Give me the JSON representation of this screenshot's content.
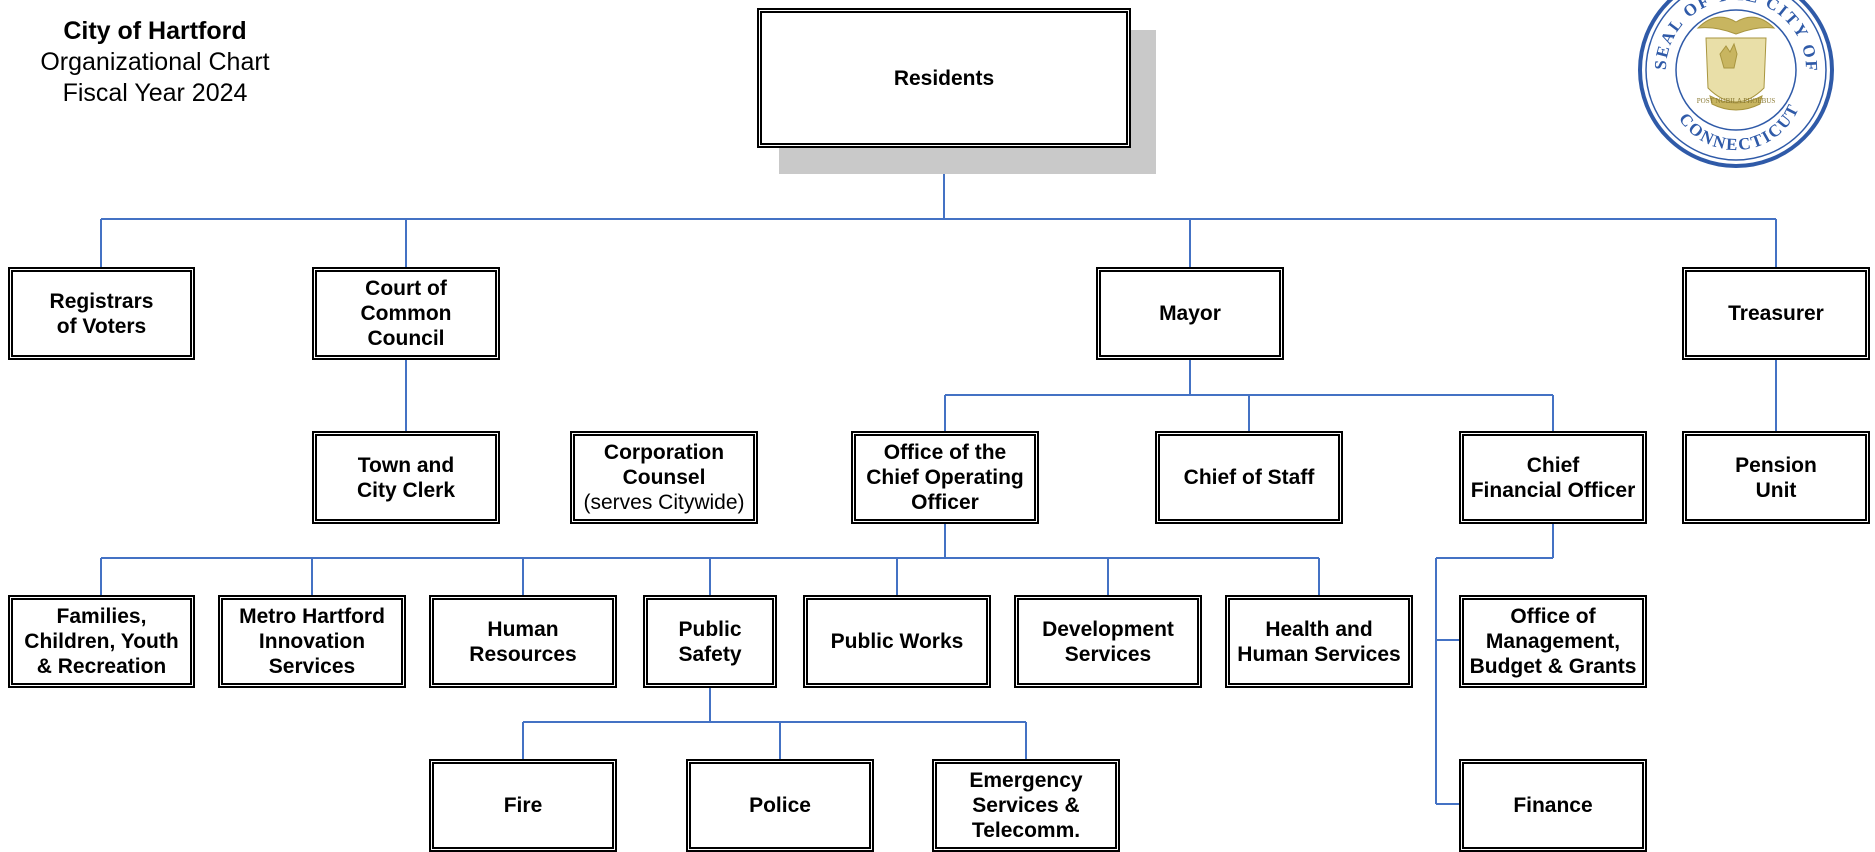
{
  "header": {
    "city": "City of Hartford",
    "chart_name": "Organizational Chart",
    "fiscal_year": "Fiscal Year 2024"
  },
  "colors": {
    "connector": "#4472C4",
    "seal_blue": "#2F5AA8",
    "seal_gold": "#C8B560",
    "shadow": "#C9C9C9"
  },
  "seal": {
    "text_top": "SEAL OF THE CITY OF HARTFORD",
    "text_bottom": "CONNECTICUT",
    "motto": "POST NUBILA PHOEBUS"
  },
  "nodes": {
    "residents": "Residents",
    "registrars_l1": "Registrars",
    "registrars_l2": "of Voters",
    "council_l1": "Court of",
    "council_l2": "Common",
    "council_l3": "Council",
    "mayor": "Mayor",
    "treasurer": "Treasurer",
    "clerk_l1": "Town and",
    "clerk_l2": "City Clerk",
    "corp_l1": "Corporation",
    "corp_l2": "Counsel",
    "corp_l3": "(serves Citywide)",
    "coo_l1": "Office of the",
    "coo_l2": "Chief Operating",
    "coo_l3": "Officer",
    "staff": "Chief of Staff",
    "cfo_l1": "Chief",
    "cfo_l2": "Financial Officer",
    "pension_l1": "Pension",
    "pension_l2": "Unit",
    "families_l1": "Families,",
    "families_l2": "Children, Youth",
    "families_l3": "& Recreation",
    "metro_l1": "Metro Hartford",
    "metro_l2": "Innovation",
    "metro_l3": "Services",
    "hr_l1": "Human",
    "hr_l2": "Resources",
    "safety_l1": "Public",
    "safety_l2": "Safety",
    "works": "Public Works",
    "dev_l1": "Development",
    "dev_l2": "Services",
    "health_l1": "Health and",
    "health_l2": "Human Services",
    "omb_l1": "Office of",
    "omb_l2": "Management,",
    "omb_l3": "Budget & Grants",
    "fire": "Fire",
    "police": "Police",
    "ems_l1": "Emergency",
    "ems_l2": "Services &",
    "ems_l3": "Telecomm.",
    "finance": "Finance"
  }
}
